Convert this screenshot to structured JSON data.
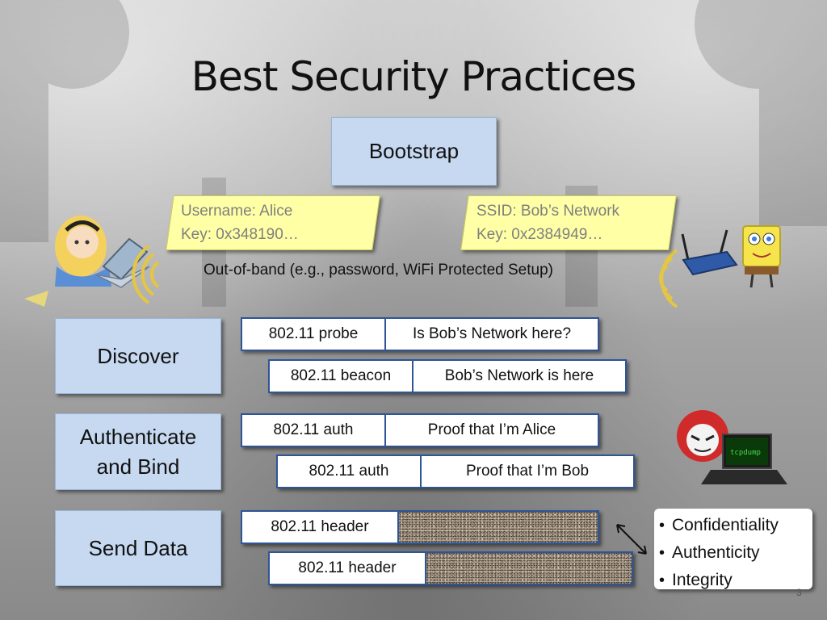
{
  "slide": {
    "title": "Best Security Practices",
    "page_number": "3"
  },
  "stages": {
    "bootstrap": "Bootstrap",
    "discover": "Discover",
    "authenticate_line1": "Authenticate",
    "authenticate_line2": "and Bind",
    "send_data": "Send Data"
  },
  "notes": {
    "alice": {
      "line1": "Username: Alice",
      "line2": "Key: 0x348190…"
    },
    "bob": {
      "line1": "SSID: Bob’s Network",
      "line2": "Key: 0x2384949…"
    }
  },
  "out_of_band_label": "Out-of-band (e.g., password, WiFi Protected Setup)",
  "messages": {
    "probe": {
      "frame": "802.11 probe",
      "content": "Is Bob’s Network here?"
    },
    "beacon": {
      "frame": "802.11 beacon",
      "content": "Bob’s Network is here"
    },
    "auth_alice": {
      "frame": "802.11 auth",
      "content": "Proof that I’m Alice"
    },
    "auth_bob": {
      "frame": "802.11 auth",
      "content": "Proof that I’m Bob"
    },
    "data_1": {
      "frame": "802.11 header"
    },
    "data_2": {
      "frame": "802.11 header"
    }
  },
  "properties": [
    "Confidentiality",
    "Authenticity",
    "Integrity"
  ],
  "laptop_screen_text": "tcpdump",
  "colors": {
    "stage_fill": "#c6d9f1",
    "note_fill": "#ffffa6",
    "message_border": "#2e5597"
  }
}
